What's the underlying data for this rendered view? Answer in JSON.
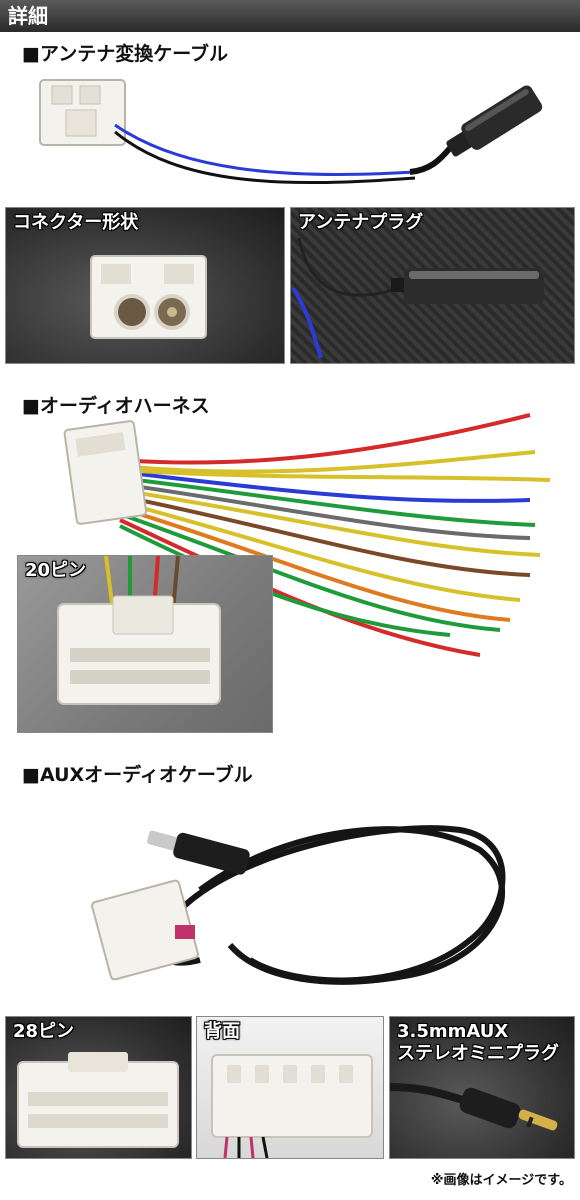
{
  "header": {
    "title": "詳細"
  },
  "sections": {
    "antenna": {
      "title": "■アンテナ変換ケーブル",
      "photo1_label": "コネクター形状",
      "photo2_label": "アンテナプラグ"
    },
    "audio": {
      "title": "■オーディオハーネス",
      "inset_label": "20ピン"
    },
    "aux": {
      "title": "■AUXオーディオケーブル",
      "photo1_label": "28ピン",
      "photo2_label": "背面",
      "photo3_label": "3.5mmAUX\nステレオミニプラグ"
    }
  },
  "footnote": "※画像はイメージです。",
  "colors": {
    "wire_blue": "#2a3bd6",
    "wire_black": "#111111",
    "connector_white": "#f4f2ec"
  }
}
